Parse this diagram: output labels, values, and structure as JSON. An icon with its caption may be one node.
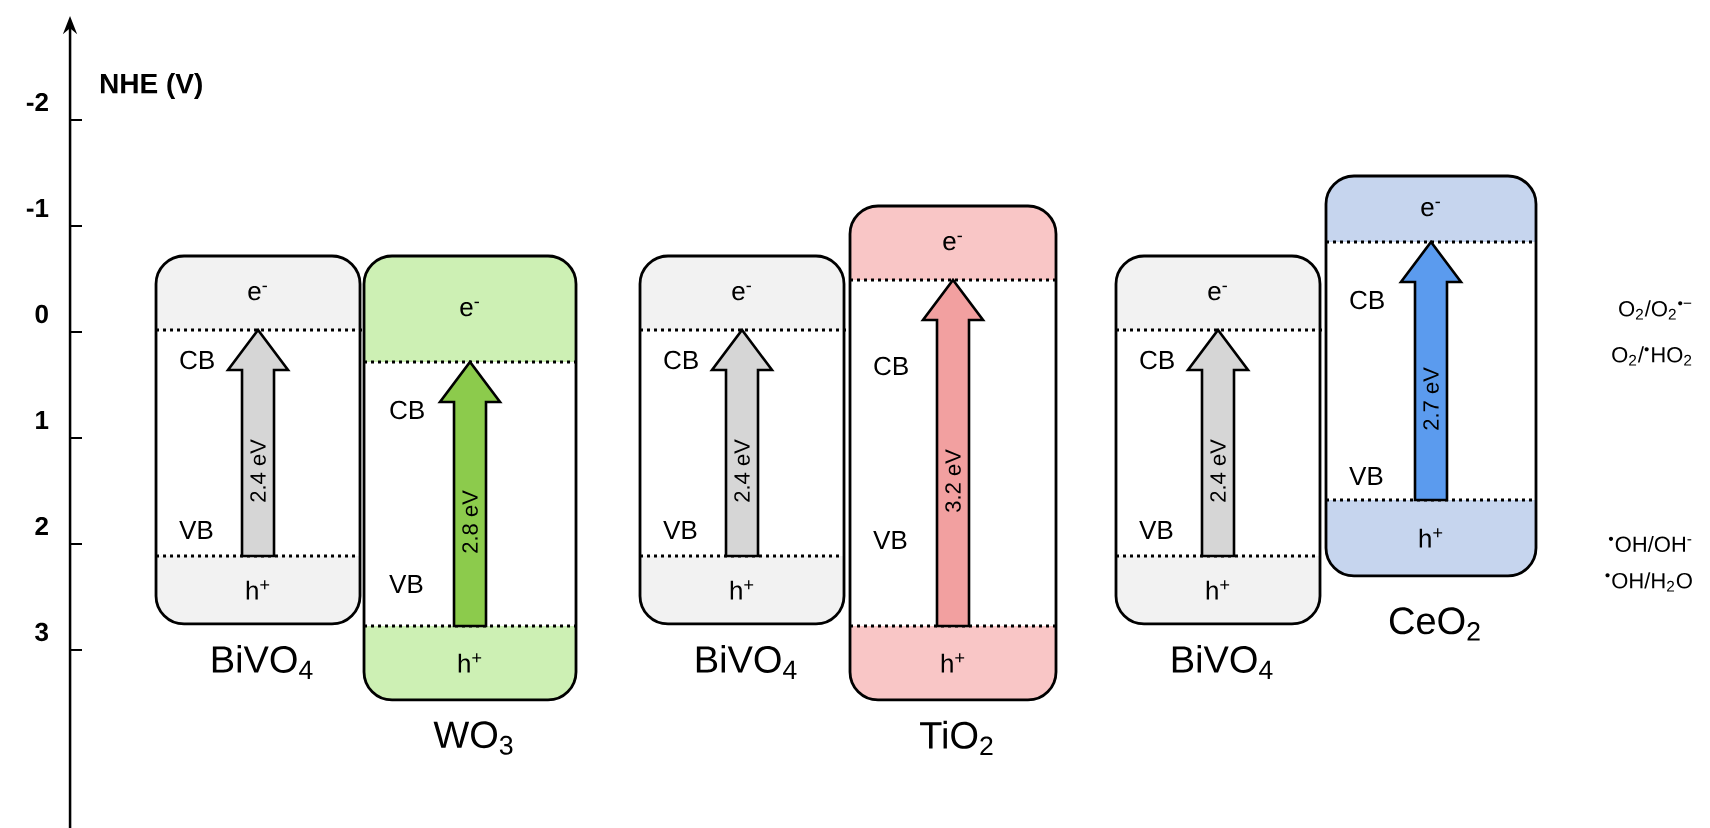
{
  "diagram": {
    "nodes": [
      {
        "text": [
          "e$^{-}$",
          "CB",
          "VB",
          "h$^{+}$",
          "2.4 eV"
        ],
        "beside": [
          "BiVO$_{4}$"
        ]
      },
      {
        "text": [
          "e$^{-}$",
          "CB",
          "VB",
          "h$^{+}$",
          "2.8 eV"
        ],
        "beside": [
          "WO$_{3}$"
        ]
      },
      {
        "text": [
          "e$^{-}$",
          "CB",
          "VB",
          "h$^{+}$",
          "2.4 eV"
        ],
        "beside": [
          "BiVO$_{4}$"
        ]
      },
      {
        "text": [
          "e$^{-}$",
          "CB",
          "VB",
          "h$^{+}$",
          "3.2 eV"
        ],
        "beside": [
          "TiO$_{2}$"
        ]
      },
      {
        "text": [
          "e$^{-}$",
          "CB",
          "VB",
          "h$^{+}$",
          "2.4 eV"
        ],
        "beside": [
          "BiVO$_{4}$"
        ]
      },
      {
        "text": [
          "e$^{-}$",
          "CB",
          "VB",
          "h$^{+}$",
          "2.7 eV"
        ],
        "beside": [
          "CeO$_{2}$"
        ]
      }
    ],
    "labels": [
      "NHE (V)",
      "-2",
      "-1",
      "0",
      "1",
      "2",
      "3",
      "O$_{2}$/O$_{2}$$^{•−}$",
      "O$_{2}$/$^{•}$HO$_{2}$",
      "$^{•}$OH/OH$^{-}$",
      "$^{•}$OH/H$_{2}$O"
    ]
  }
}
